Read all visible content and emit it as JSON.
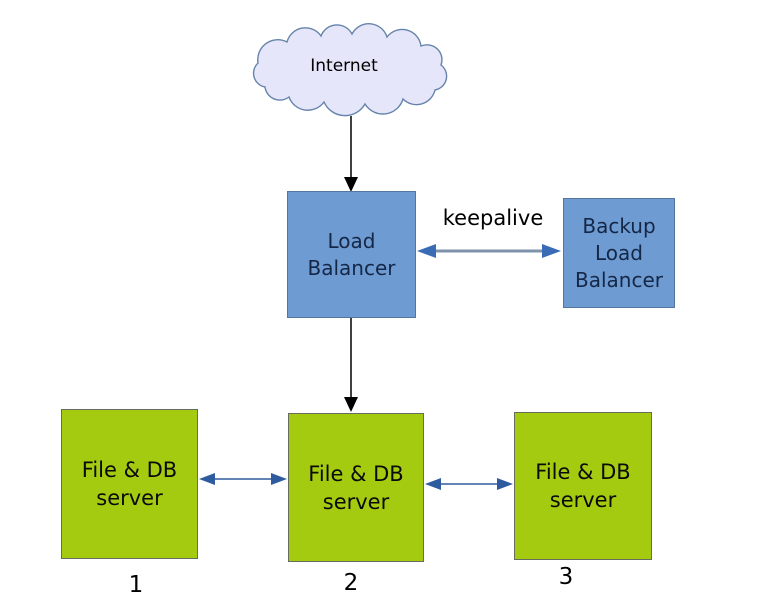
{
  "diagram": {
    "nodes": {
      "internet": {
        "label": "Internet",
        "shape": "cloud"
      },
      "load_balancer": {
        "label": "Load\nBalancer",
        "shape": "rect-blue"
      },
      "backup_load_balancer": {
        "label": "Backup\nLoad\nBalancer",
        "shape": "rect-blue"
      },
      "server1": {
        "label": "File & DB\nserver",
        "number": "1",
        "shape": "rect-green"
      },
      "server2": {
        "label": "File & DB\nserver",
        "number": "2",
        "shape": "rect-green"
      },
      "server3": {
        "label": "File & DB\nserver",
        "number": "3",
        "shape": "rect-green"
      }
    },
    "edges": {
      "internet_to_lb": {
        "label": "",
        "style": "black-arrow-down"
      },
      "lb_to_server2": {
        "label": "",
        "style": "black-arrow-down"
      },
      "keepalive": {
        "label": "keepalive",
        "style": "blue-double-arrow"
      },
      "server1_server2": {
        "label": "",
        "style": "blue-double-arrow-thin"
      },
      "server2_server3": {
        "label": "",
        "style": "blue-double-arrow-thin"
      }
    },
    "colors": {
      "cloud_fill": "#e6e6fa",
      "cloud_stroke": "#6684ab",
      "node_blue_fill": "#6e9bd2",
      "node_blue_border": "#55759f",
      "node_blue_text": "#152747",
      "node_green_fill": "#a5cb11",
      "node_green_border": "#686c5e",
      "black_arrow": "#000000",
      "keepalive_shaft": "#7d93ab",
      "keepalive_head": "#3a6cb5",
      "server_link": "#2e5b9e",
      "background": "#ffffff"
    }
  }
}
